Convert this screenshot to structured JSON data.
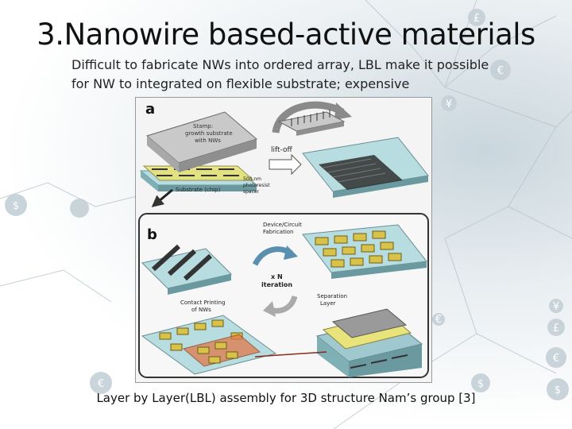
{
  "slide": {
    "title": "3.Nanowire based-active materials",
    "subtitle": "Difficult  to fabricate NWs into ordered array, LBL make it possible for NW to integrated on flexible substrate; expensive",
    "caption": "Layer by Layer(LBL) assembly for  3D structure  Nam’s group [3]"
  },
  "figure": {
    "panel_a": {
      "label": "a",
      "stamp": [
        "Stamp:",
        "growth substrate",
        "with NWs"
      ],
      "lift_off": "lift-off",
      "substrate": "Substrate (chip)",
      "spacer": [
        "500 nm",
        "photoresist",
        "spacer"
      ]
    },
    "panel_b": {
      "label": "b",
      "device": [
        "Device/Circuit",
        "Fabrication"
      ],
      "iteration": [
        "x N",
        "iteration"
      ],
      "contact": [
        "Contact Printing",
        "of NWs"
      ],
      "separation": [
        "Separation",
        "Layer"
      ]
    }
  },
  "decor_symbols": [
    "£",
    "€",
    "¥",
    "€",
    "$",
    "$",
    "¥",
    "£",
    "€",
    "$",
    "€"
  ]
}
